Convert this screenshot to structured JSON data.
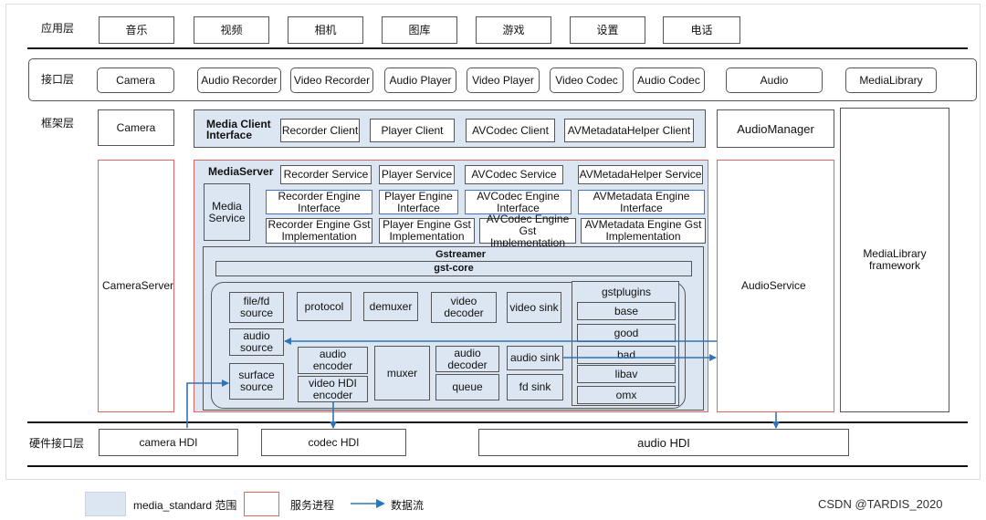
{
  "layers": {
    "app": "应用层",
    "interface": "接口层",
    "framework": "框架层",
    "hdi": "硬件接口层"
  },
  "app_layer": [
    "音乐",
    "视频",
    "相机",
    "图库",
    "游戏",
    "设置",
    "电话"
  ],
  "interface_layer": [
    "Camera",
    "Audio Recorder",
    "Video Recorder",
    "Audio Player",
    "Video Player",
    "Video Codec",
    "Audio Codec",
    "Audio",
    "MediaLibrary"
  ],
  "framework": {
    "camera": "Camera",
    "camera_server": "CameraServer",
    "media_client": {
      "title": "Media Client Interface",
      "items": [
        "Recorder Client",
        "Player Client",
        "AVCodec Client",
        "AVMetadataHelper Client"
      ]
    },
    "media_server": {
      "title": "MediaServer",
      "media_service": "Media Service",
      "services": [
        "Recorder Service",
        "Player Service",
        "AVCodec Service",
        "AVMetadaHelper Service"
      ],
      "engine_interfaces": [
        "Recorder Engine Interface",
        "Player Engine Interface",
        "AVCodec Engine Interface",
        "AVMetadata Engine Interface"
      ],
      "gst_impls": [
        "Recorder Engine Gst Implementation",
        "Player Engine Gst Implementation",
        "AVCodec Engine Gst Implementation",
        "AVMetadata Engine Gst Implementation"
      ],
      "gstreamer": {
        "title": "Gstreamer",
        "core": "gst-core",
        "elements": {
          "file_fd_source": "file/fd source",
          "protocol": "protocol",
          "demuxer": "demuxer",
          "video_decoder": "video decoder",
          "video_sink": "video sink",
          "audio_source": "audio source",
          "audio_encoder": "audio encoder",
          "muxer": "muxer",
          "audio_decoder": "audio decoder",
          "audio_sink": "audio sink",
          "surface_source": "surface source",
          "video_hdi_encoder": "video HDI encoder",
          "queue": "queue",
          "fd_sink": "fd sink"
        },
        "gstplugins": {
          "title": "gstplugins",
          "items": [
            "base",
            "good",
            "bad",
            "libav",
            "omx"
          ]
        }
      }
    },
    "audio_manager": "AudioManager",
    "audio_service": "AudioService",
    "media_library_framework": "MediaLibrary framework"
  },
  "hdi_layer": {
    "camera": "camera HDI",
    "codec": "codec HDI",
    "audio": "audio HDI"
  },
  "legend": {
    "scope": "media_standard 范围",
    "service": "服务进程",
    "dataflow": "数据流"
  },
  "watermark": "CSDN @TARDIS_2020",
  "colors": {
    "scope_fill": "#dce6f2",
    "service_border": "#e06666",
    "arrow": "#2e75b6"
  }
}
